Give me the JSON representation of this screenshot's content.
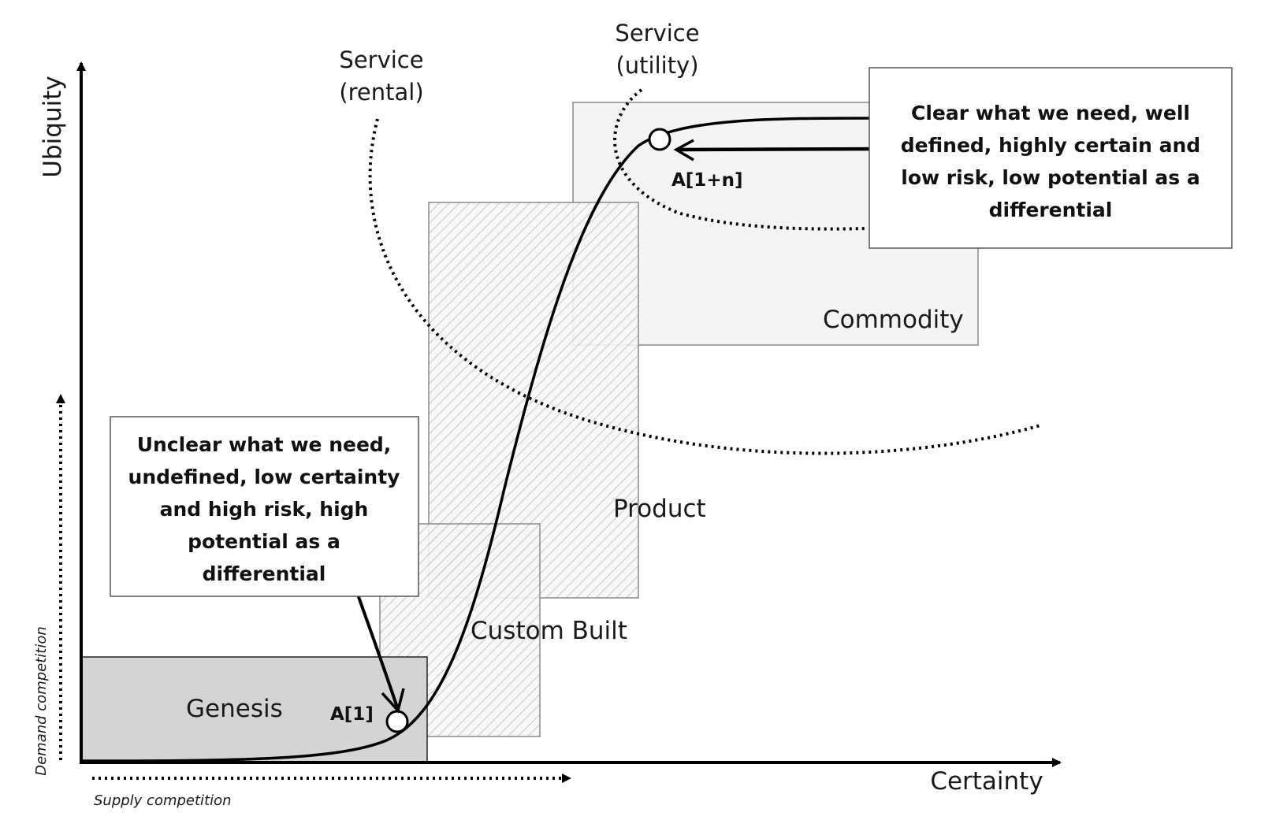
{
  "axes": {
    "y_label": "Ubiquity",
    "x_label": "Certainty",
    "demand_label": "Demand competition",
    "supply_label": "Supply competition"
  },
  "stages": {
    "genesis": "Genesis",
    "custom_built": "Custom Built",
    "product": "Product",
    "commodity": "Commodity"
  },
  "services": {
    "rental_line1": "Service",
    "rental_line2": "(rental)",
    "utility_line1": "Service",
    "utility_line2": "(utility)"
  },
  "points": {
    "start": "A[1]",
    "end": "A[1+n]"
  },
  "callouts": {
    "left": {
      "lines": [
        "Unclear what we need,",
        "undefined, low certainty",
        "and high risk, high",
        "potential as a",
        "differential"
      ]
    },
    "right": {
      "lines": [
        "Clear what we need, well",
        "defined, highly certain and",
        "low risk, low potential as a",
        "differential"
      ]
    }
  },
  "colors": {
    "genesis_fill": "#d4d4d4",
    "commodity_fill": "#f4f4f4",
    "hatch": "#c8c8c8",
    "ink": "#000000"
  }
}
